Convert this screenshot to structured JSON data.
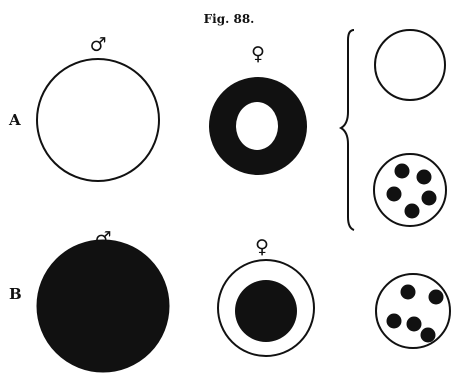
{
  "figure": {
    "title": "Fig. 88.",
    "ink": "#111111",
    "paper": "#ffffff"
  },
  "rows": [
    {
      "label": "A"
    },
    {
      "label": "B"
    }
  ],
  "symbols": {
    "male": "♂",
    "female": "♀"
  },
  "panels": [
    {
      "name": "a-male-cell",
      "row": "A",
      "sex": "male",
      "style": "empty"
    },
    {
      "name": "a-female-cell",
      "row": "A",
      "sex": "female",
      "style": "dark-ring"
    },
    {
      "name": "a-result-empty",
      "row": "A",
      "style": "empty"
    },
    {
      "name": "a-result-spotted",
      "row": "A",
      "style": "spotted",
      "spots": 5
    },
    {
      "name": "b-male-cell",
      "row": "B",
      "sex": "male",
      "style": "filled"
    },
    {
      "name": "b-female-cell",
      "row": "B",
      "sex": "female",
      "style": "filled-center"
    },
    {
      "name": "b-result-spotted",
      "row": "B",
      "style": "spotted",
      "spots": 5
    }
  ]
}
